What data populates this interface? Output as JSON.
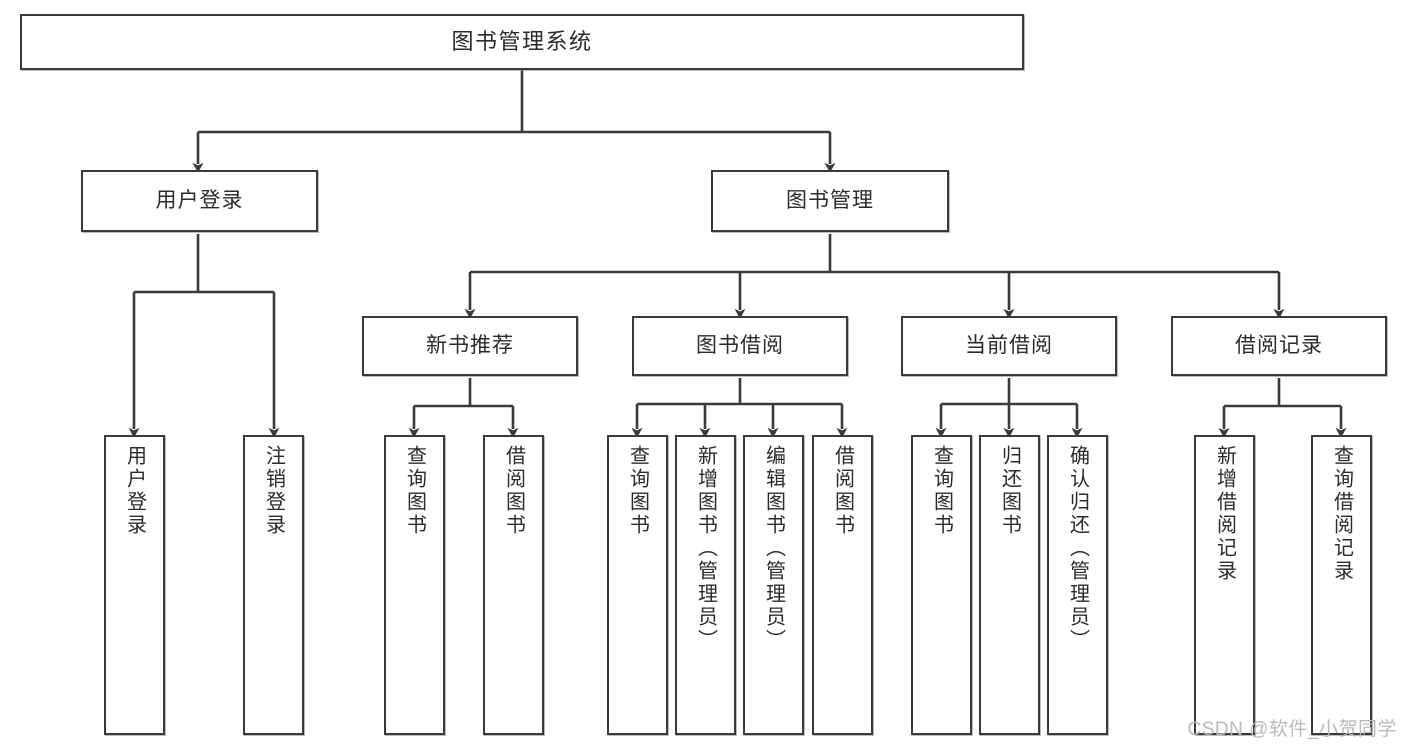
{
  "diagram": {
    "title": "图书管理系统",
    "type": "tree-hierarchy",
    "watermark": "CSDN @软件_小贺同学",
    "colors": {
      "stroke": "#3a3a3a",
      "fill": "#ffffff",
      "text": "#2b2b2b",
      "watermark": "#b9b9b9"
    },
    "root": {
      "label": "图书管理系统"
    },
    "level2": [
      {
        "label": "用户登录"
      },
      {
        "label": "图书管理"
      }
    ],
    "level3": [
      {
        "label": "新书推荐"
      },
      {
        "label": "图书借阅"
      },
      {
        "label": "当前借阅"
      },
      {
        "label": "借阅记录"
      }
    ],
    "leaves": {
      "user_login": [
        {
          "label": "用户登录"
        },
        {
          "label": "注销登录"
        }
      ],
      "new_book": [
        {
          "label": "查询图书"
        },
        {
          "label": "借阅图书"
        }
      ],
      "book_borrow": [
        {
          "label": "查询图书"
        },
        {
          "label": "新增图书（管理员）"
        },
        {
          "label": "编辑图书（管理员）"
        },
        {
          "label": "借阅图书"
        }
      ],
      "current_borrow": [
        {
          "label": "查询图书"
        },
        {
          "label": "归还图书"
        },
        {
          "label": "确认归还（管理员）"
        }
      ],
      "borrow_record": [
        {
          "label": "新增借阅记录"
        },
        {
          "label": "查询借阅记录"
        }
      ]
    }
  }
}
